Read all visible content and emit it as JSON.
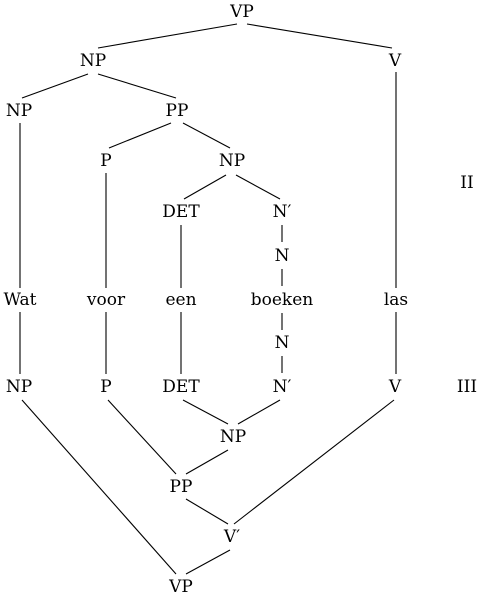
{
  "upper_tree": {
    "root": "VP",
    "np_main": "NP",
    "v_top": "V",
    "np_wat": "NP",
    "pp": "PP",
    "p": "P",
    "np_inner": "NP",
    "det": "DET",
    "nbar": "N′",
    "n": "N"
  },
  "words": {
    "wat": "Wat",
    "voor": "voor",
    "een": "een",
    "boeken": "boeken",
    "las": "las"
  },
  "lower_tree": {
    "n": "N",
    "np_wat": "NP",
    "p": "P",
    "det": "DET",
    "nbar": "N′",
    "v": "V",
    "np_inner": "NP",
    "pp": "PP",
    "vbar": "V′",
    "root": "VP"
  },
  "markers": {
    "upper": "II",
    "lower": "III"
  }
}
